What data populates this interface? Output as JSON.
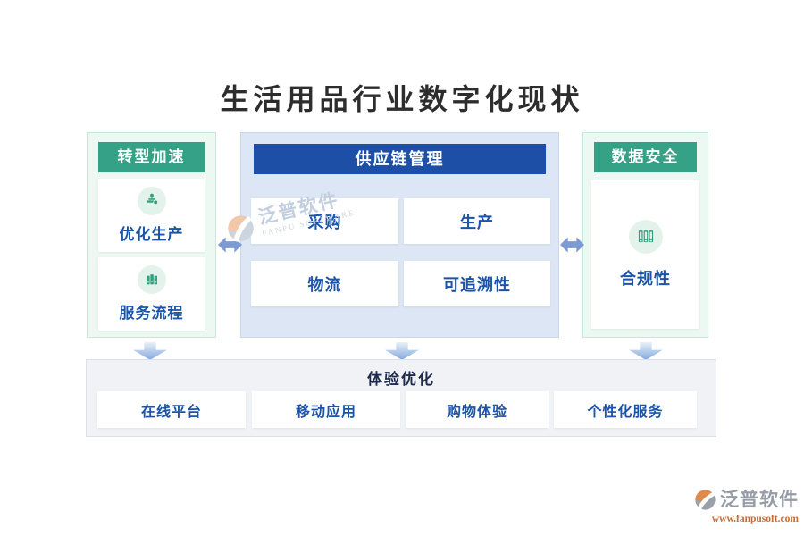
{
  "title": "生活用品行业数字化现状",
  "panels": {
    "left": {
      "header": "转型加速",
      "items": [
        {
          "label": "优化生产",
          "icon": "stamp-icon"
        },
        {
          "label": "服务流程",
          "icon": "books-icon"
        }
      ]
    },
    "center": {
      "header": "供应链管理",
      "items": [
        {
          "label": "采购"
        },
        {
          "label": "生产"
        },
        {
          "label": "物流"
        },
        {
          "label": "可追溯性"
        }
      ]
    },
    "right": {
      "header": "数据安全",
      "items": [
        {
          "label": "合规性",
          "icon": "binders-icon"
        }
      ]
    },
    "bottom": {
      "header": "体验优化",
      "items": [
        {
          "label": "在线平台"
        },
        {
          "label": "移动应用"
        },
        {
          "label": "购物体验"
        },
        {
          "label": "个性化服务"
        }
      ]
    }
  },
  "watermarks": {
    "center": {
      "brand": "泛普软件",
      "sub": "FANPU SOFTWARE"
    },
    "footer": {
      "brand": "泛普软件",
      "url": "www.fanpusoft.com"
    }
  },
  "colors": {
    "green_header": "#35A287",
    "green_panel_bg": "#EDF8F2",
    "blue_header": "#1D4FA6",
    "blue_panel_bg": "#DCE6F4",
    "card_label_blue": "#1B54A8",
    "arrow_blue": "#7E9AD5",
    "bottom_band_bg": "#F1F2F6",
    "icon_green": "#2FA17E",
    "footer_url_orange": "#C76B31",
    "footer_brand_gray": "#969CA6"
  }
}
